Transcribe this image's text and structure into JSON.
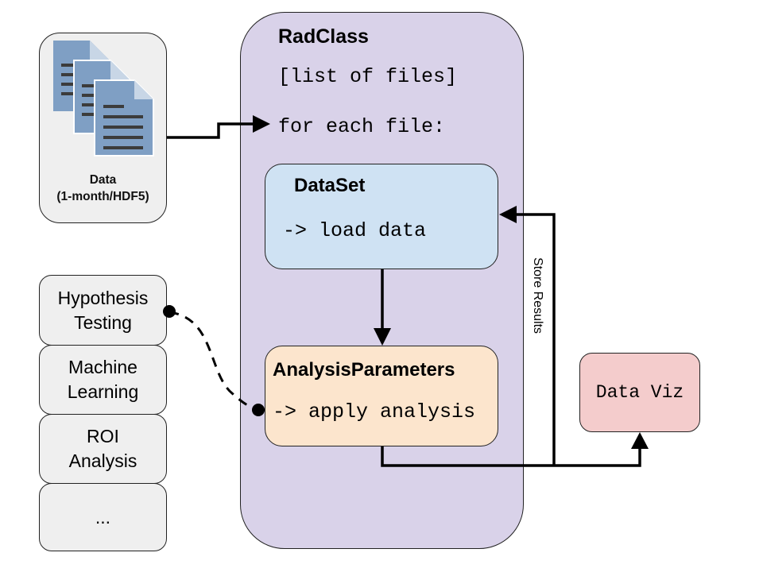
{
  "data_source": {
    "label_line1": "Data",
    "label_line2": "(1-month/HDF5)",
    "icon": "documents-icon"
  },
  "radclass": {
    "title": "RadClass",
    "list_text": "[list of files]",
    "loop_text": "for each file:"
  },
  "dataset": {
    "title": "DataSet",
    "action": "-> load data"
  },
  "analysis_parameters": {
    "title": "AnalysisParameters",
    "action": "-> apply analysis"
  },
  "data_viz": {
    "label": "Data Viz"
  },
  "methods": [
    {
      "line1": "Hypothesis",
      "line2": "Testing"
    },
    {
      "line1": "Machine",
      "line2": "Learning"
    },
    {
      "line1": "ROI",
      "line2": "Analysis"
    },
    {
      "line1": "...",
      "line2": ""
    }
  ],
  "edges": {
    "store_results_label": "Store Results"
  },
  "colors": {
    "radclass_fill": "#d9d2e9",
    "dataset_fill": "#cfe2f3",
    "analysis_fill": "#fce5cd",
    "viz_fill": "#f4cccc",
    "gray_fill": "#efefef",
    "doc_icon": "#7f9fc4"
  }
}
